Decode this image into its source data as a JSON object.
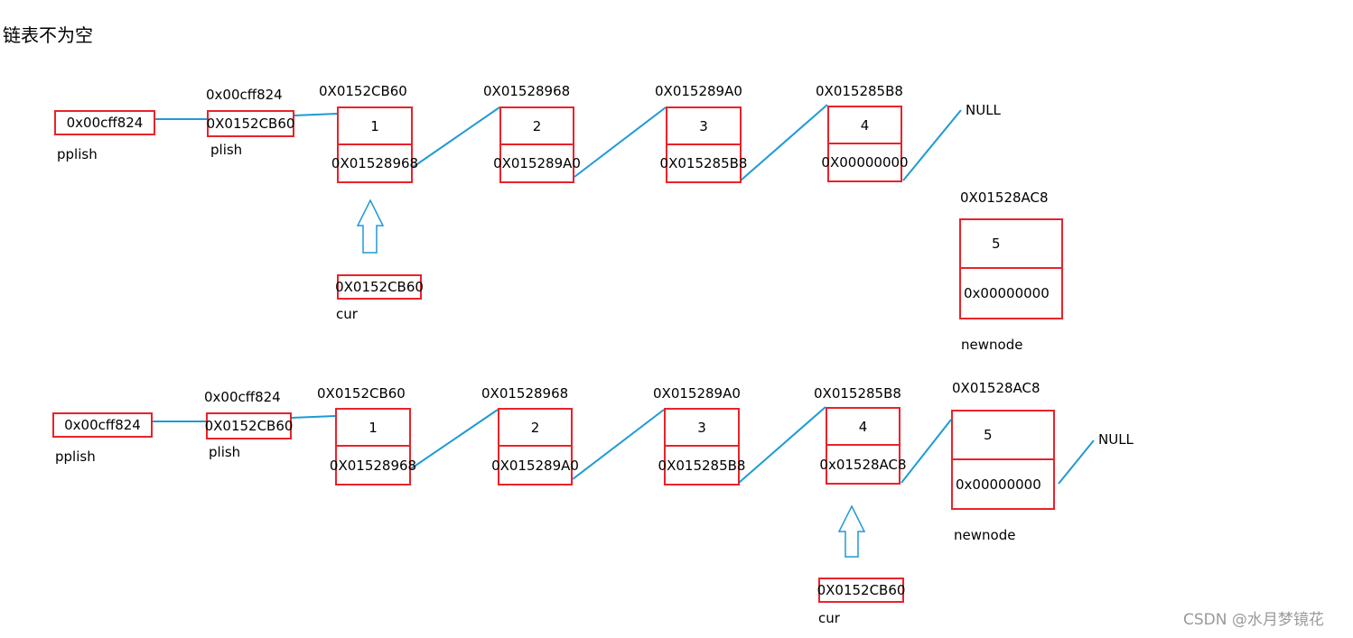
{
  "title": "链表不为空",
  "watermark": "CSDN @水月梦镜花",
  "colors": {
    "box": "#e8232a",
    "link": "#1e9ad6"
  },
  "top": {
    "pplist_value": "0x00cff824",
    "pplist_label": "pplish",
    "plist_addr": "0x00cff824",
    "plist_value": "0X0152CB60",
    "plist_label": "plish",
    "nodes": [
      {
        "addr": "0X0152CB60",
        "data": "1",
        "next": "0X01528968"
      },
      {
        "addr": "0X01528968",
        "data": "2",
        "next": "0X015289A0"
      },
      {
        "addr": "0X015289A0",
        "data": "3",
        "next": "0X015285B8"
      },
      {
        "addr": "0X015285B8",
        "data": "4",
        "next": "0X00000000"
      }
    ],
    "null_label": "NULL",
    "cur_value": "0X0152CB60",
    "cur_label": "cur",
    "newnode": {
      "addr": "0X01528AC8",
      "data": "5",
      "next": "0x00000000",
      "label": "newnode"
    }
  },
  "bottom": {
    "pplist_value": "0x00cff824",
    "pplist_label": "pplish",
    "plist_addr": "0x00cff824",
    "plist_value": "0X0152CB60",
    "plist_label": "plish",
    "nodes": [
      {
        "addr": "0X0152CB60",
        "data": "1",
        "next": "0X01528968"
      },
      {
        "addr": "0X01528968",
        "data": "2",
        "next": "0X015289A0"
      },
      {
        "addr": "0X015289A0",
        "data": "3",
        "next": "0X015285B8"
      },
      {
        "addr": "0X015285B8",
        "data": "4",
        "next": "0x01528AC8"
      }
    ],
    "null_label": "NULL",
    "cur_value": "0X0152CB60",
    "cur_label": "cur",
    "newnode": {
      "addr": "0X01528AC8",
      "data": "5",
      "next": "0x00000000",
      "label": "newnode"
    }
  }
}
